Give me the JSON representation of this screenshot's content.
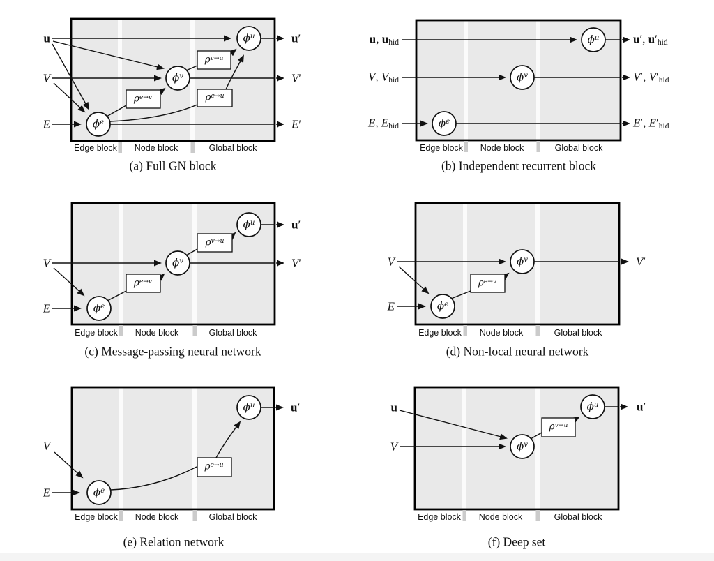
{
  "figure": {
    "block_labels": [
      "Edge block",
      "Node block",
      "Global block"
    ],
    "captions": {
      "a": "(a) Full GN block",
      "b": "(b) Independent recurrent block",
      "c": "(c) Message-passing neural network",
      "d": "(d) Non-local neural network",
      "e": "(e) Relation network",
      "f": "(f) Deep set"
    },
    "symbols": {
      "phi_e": [
        {
          "t": "ϕ",
          "s": "i"
        },
        {
          "t": "e",
          "s": "sup"
        }
      ],
      "phi_v": [
        {
          "t": "ϕ",
          "s": "i"
        },
        {
          "t": "v",
          "s": "sup"
        }
      ],
      "phi_u": [
        {
          "t": "ϕ",
          "s": "i"
        },
        {
          "t": "u",
          "s": "sup"
        }
      ],
      "rho_ev": [
        {
          "t": "ρ",
          "s": "i"
        },
        {
          "t": "e→v",
          "s": "sup"
        }
      ],
      "rho_vu": [
        {
          "t": "ρ",
          "s": "i"
        },
        {
          "t": "v→u",
          "s": "sup"
        }
      ],
      "rho_eu": [
        {
          "t": "ρ",
          "s": "i"
        },
        {
          "t": "e→u",
          "s": "sup"
        }
      ]
    },
    "io": {
      "u": [
        {
          "t": "u",
          "s": "b"
        }
      ],
      "V": [
        {
          "t": "V",
          "s": "i"
        }
      ],
      "E": [
        {
          "t": "E",
          "s": "i"
        }
      ],
      "u_p": [
        {
          "t": "u",
          "s": "b"
        },
        {
          "t": "′",
          "s": "n"
        }
      ],
      "V_p": [
        {
          "t": "V",
          "s": "i"
        },
        {
          "t": "′",
          "s": "n"
        }
      ],
      "E_p": [
        {
          "t": "E",
          "s": "i"
        },
        {
          "t": "′",
          "s": "n"
        }
      ],
      "u_uhid": [
        {
          "t": "u",
          "s": "b"
        },
        {
          "t": ", ",
          "s": "n"
        },
        {
          "t": "u",
          "s": "b"
        },
        {
          "t": "hid",
          "s": "sub"
        }
      ],
      "V_Vhid": [
        {
          "t": "V",
          "s": "i"
        },
        {
          "t": ", ",
          "s": "n"
        },
        {
          "t": "V",
          "s": "i"
        },
        {
          "t": "hid",
          "s": "sub"
        }
      ],
      "E_Ehid": [
        {
          "t": "E",
          "s": "i"
        },
        {
          "t": ", ",
          "s": "n"
        },
        {
          "t": "E",
          "s": "i"
        },
        {
          "t": "hid",
          "s": "sub"
        }
      ],
      "up_uphid": [
        {
          "t": "u",
          "s": "b"
        },
        {
          "t": "′, ",
          "s": "n"
        },
        {
          "t": "u",
          "s": "b"
        },
        {
          "t": "′",
          "s": "n"
        },
        {
          "t": "hid",
          "s": "sub"
        }
      ],
      "Vp_Vphid": [
        {
          "t": "V",
          "s": "i"
        },
        {
          "t": "′, ",
          "s": "n"
        },
        {
          "t": "V",
          "s": "i"
        },
        {
          "t": "′",
          "s": "n"
        },
        {
          "t": "hid",
          "s": "sub"
        }
      ],
      "Ep_Ephid": [
        {
          "t": "E",
          "s": "i"
        },
        {
          "t": "′, ",
          "s": "n"
        },
        {
          "t": "E",
          "s": "i"
        },
        {
          "t": "′",
          "s": "n"
        },
        {
          "t": "hid",
          "s": "sub"
        }
      ]
    },
    "colors": {
      "box_fill": "#e9e9e9",
      "separator_band": "#fbfbfb",
      "tick": "#cbcbcb",
      "line": "#111111",
      "bottom_strip": "#f4f4f4"
    }
  }
}
